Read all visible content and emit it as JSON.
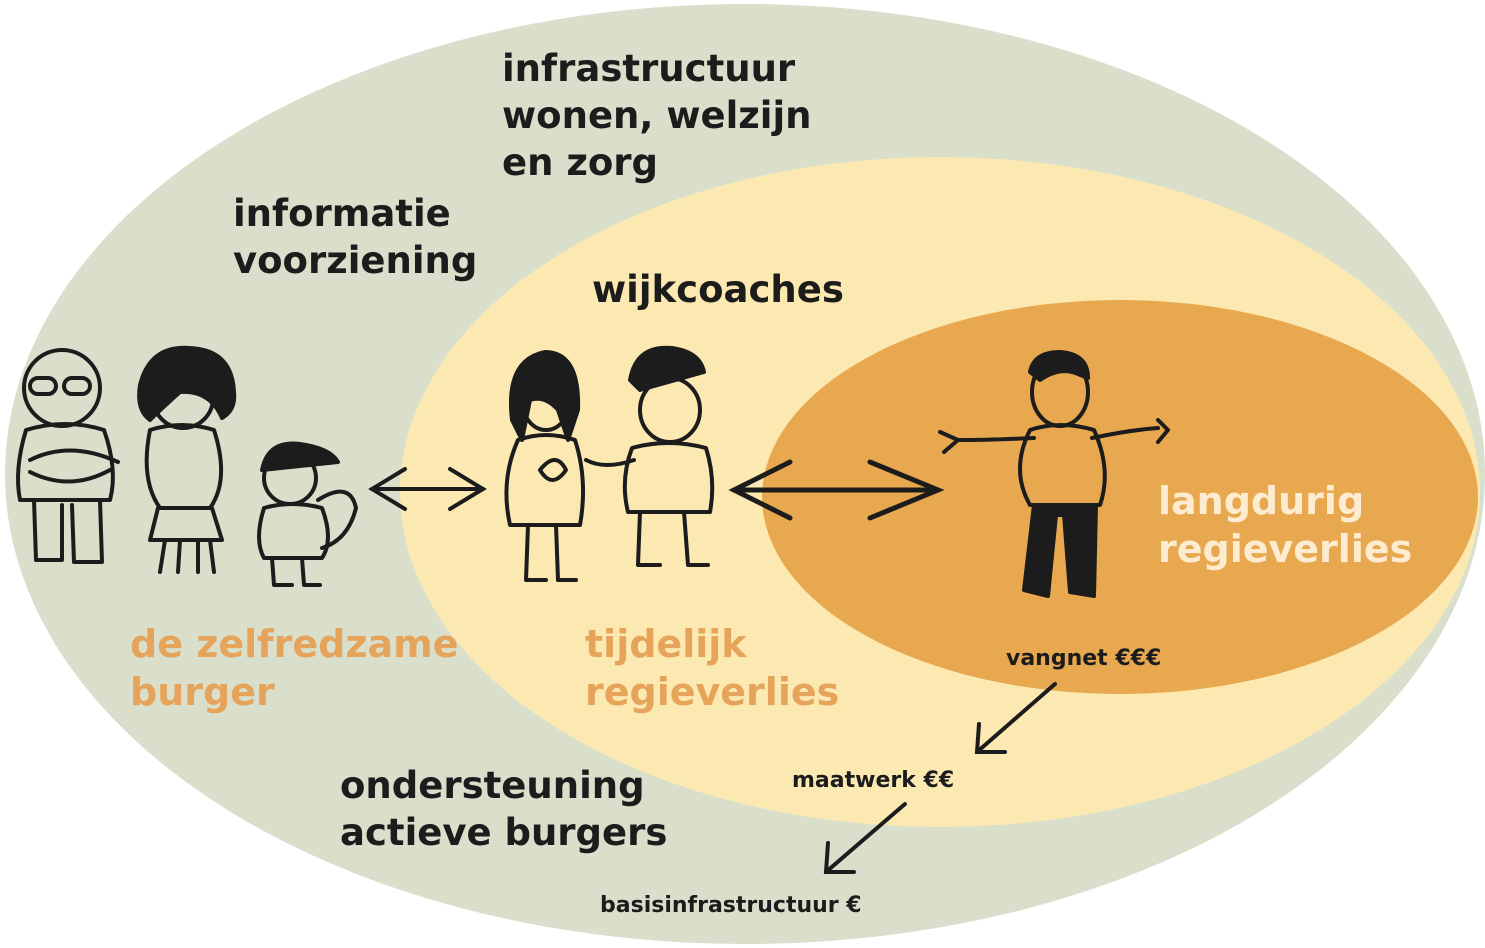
{
  "colors": {
    "outer_ellipse": "#d9dfcb",
    "middle_ellipse": "#fce9b2",
    "inner_ellipse": "#e8a850",
    "orange_text": "#eba560",
    "inner_text": "#fdeccf",
    "ink": "#1c1c1c"
  },
  "labels": {
    "infrastructure": "infrastructuur\nwonen, welzijn\nen zorg",
    "information": "informatie\nvoorziening",
    "coaches": "wijkcoaches",
    "self_reliant": "de zelfredzame\nburger",
    "temporary_loss": "tijdelijk\nregieverlies",
    "long_term_loss": "langdurig\nregieverlies",
    "support": "ondersteuning\nactieve burgers",
    "safety_net": "vangnet €€€",
    "custom_work": "maatwerk €€",
    "basic_infrastructure": "basisinfrastructuur €"
  },
  "figures": {
    "group_left": [
      "man-with-glasses-figure",
      "woman-curly-hair-figure",
      "child-with-cap-figure"
    ],
    "group_middle": [
      "woman-coach-figure",
      "man-coach-with-cap-figure"
    ],
    "group_right": [
      "man-arms-open-figure"
    ]
  }
}
